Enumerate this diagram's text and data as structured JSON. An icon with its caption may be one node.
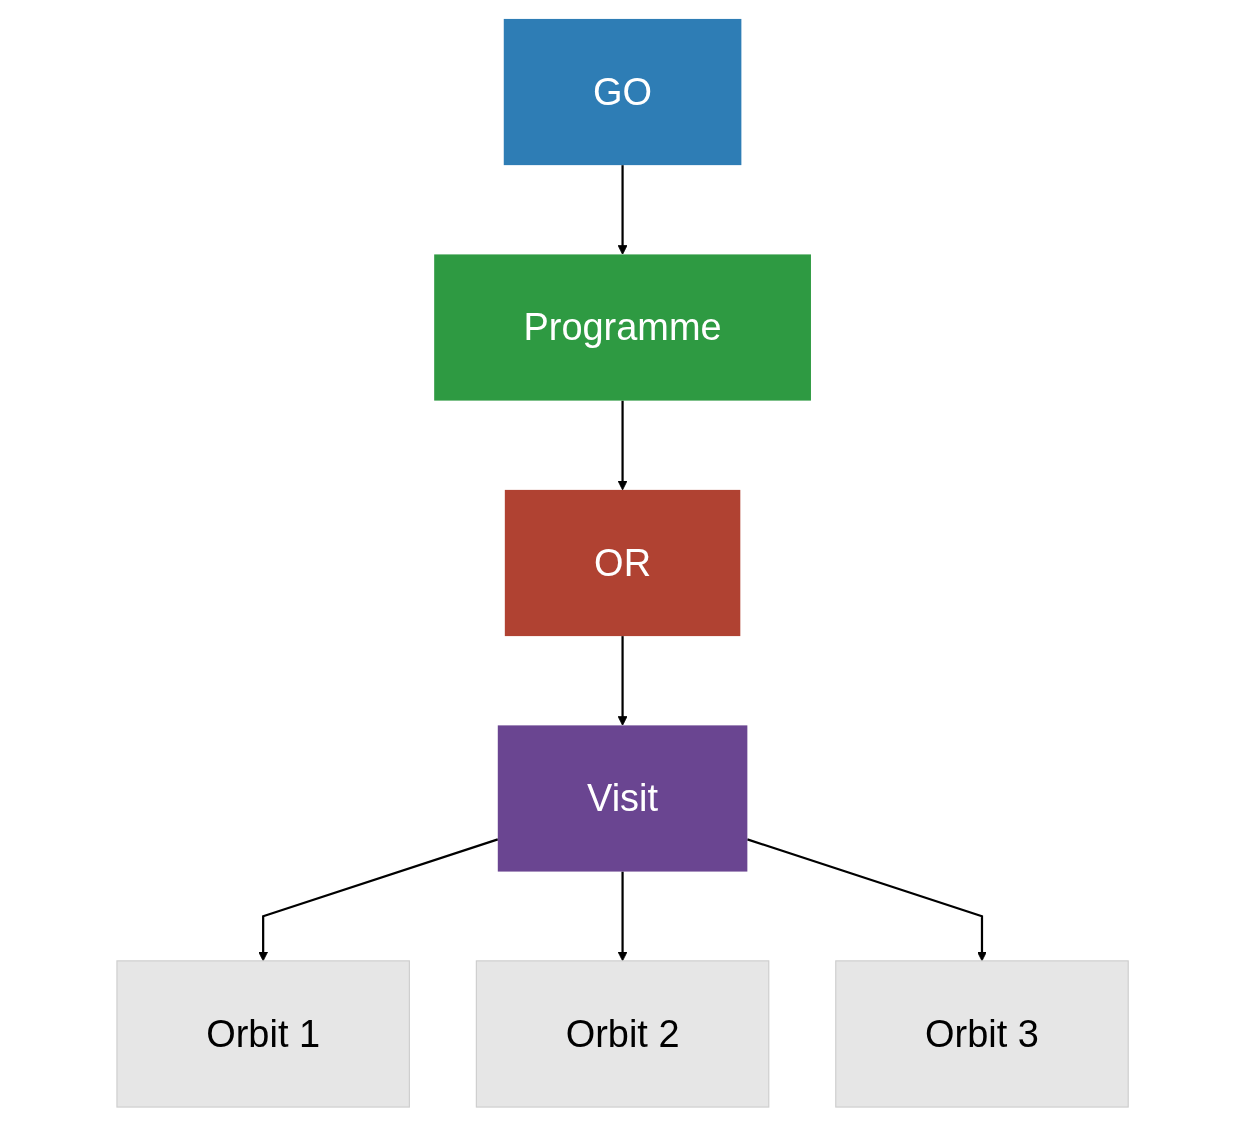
{
  "diagram": {
    "nodes": [
      {
        "text": [
          "GO"
        ]
      },
      {
        "text": [
          "Programme"
        ]
      },
      {
        "text": [
          "OR"
        ]
      },
      {
        "text": [
          "Visit"
        ]
      },
      {
        "text": [
          "Orbit 1"
        ]
      },
      {
        "text": [
          "Orbit 2"
        ]
      },
      {
        "text": [
          "Orbit 3"
        ]
      }
    ],
    "edges": [
      {
        "from": 0,
        "to": 1,
        "arrow": "to"
      },
      {
        "from": 1,
        "to": 2,
        "arrow": "to"
      },
      {
        "from": 2,
        "to": 3,
        "arrow": "to"
      },
      {
        "from": 3,
        "to": 4,
        "arrow": "to"
      },
      {
        "from": 3,
        "to": 5,
        "arrow": "to"
      },
      {
        "from": 3,
        "to": 6,
        "arrow": "to"
      }
    ]
  }
}
